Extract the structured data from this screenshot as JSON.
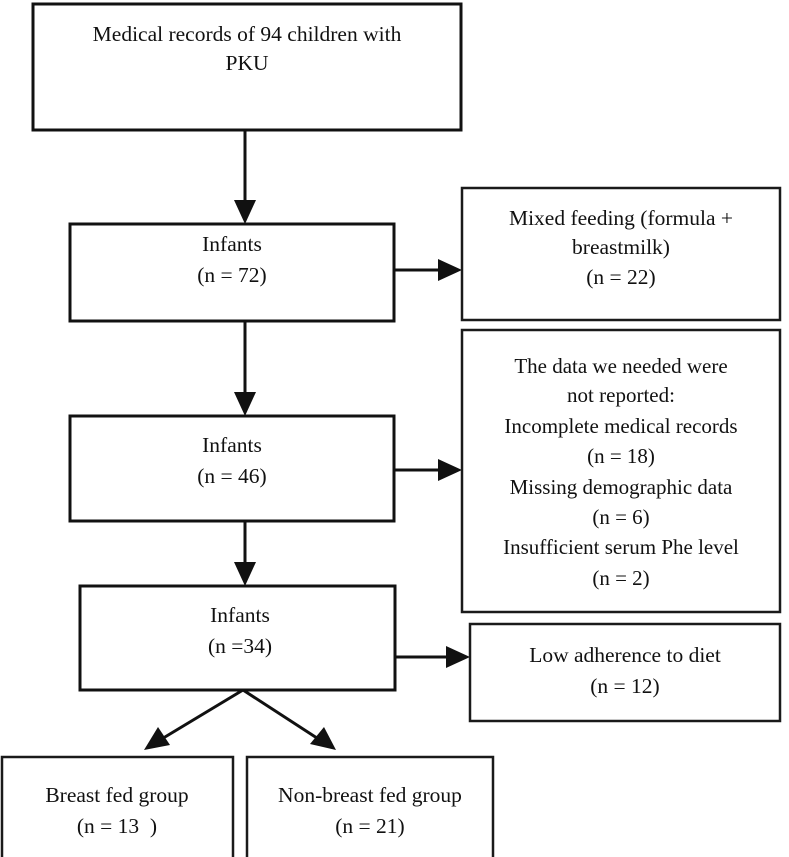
{
  "diagram": {
    "title": "PKU infant study participant flow",
    "type": "flowchart",
    "colors": {
      "box_border": "#111111",
      "box_fill": "#ffffff",
      "connector": "#111111",
      "text": "#111111"
    },
    "nodes": {
      "source_records": {
        "name": "Medical records of PKU children",
        "lines": [
          "Medical records of 94 children with",
          "PKU"
        ],
        "count": 94
      },
      "infants_72": {
        "name": "Infants after first exclusion",
        "lines": [
          "Infants",
          "(n = 72)"
        ],
        "count": 72
      },
      "mixed_feeding": {
        "name": "Mixed feeding excluded",
        "lines": [
          "Mixed feeding (formula +",
          "breastmilk)",
          "(n = 22)"
        ],
        "count": 22
      },
      "infants_46": {
        "name": "Infants after second exclusion",
        "lines": [
          "Infants",
          "(n = 46)"
        ],
        "count": 46
      },
      "data_not_reported": {
        "name": "Data not reported exclusions",
        "lines": [
          "The data we needed were",
          "not reported:",
          "Incomplete medical records",
          "(n = 18)",
          "Missing demographic data",
          "(n = 6)",
          "Insufficient serum Phe level",
          "(n = 2)"
        ],
        "counts": [
          18,
          6,
          2
        ]
      },
      "infants_34": {
        "name": "Infants after third exclusion",
        "lines": [
          "Infants",
          "(n =34)"
        ],
        "count": 34
      },
      "low_adherence": {
        "name": "Low adherence excluded",
        "lines": [
          "Low adherence to diet",
          "(n = 12)"
        ],
        "count": 12
      },
      "breast_fed": {
        "name": "Breast fed group",
        "lines": [
          "Breast fed group",
          "(n = 13  )"
        ],
        "count": 13
      },
      "non_breast_fed": {
        "name": "Non-breast fed group",
        "lines": [
          "Non-breast fed group",
          "(n = 21)"
        ],
        "count": 21
      }
    }
  }
}
